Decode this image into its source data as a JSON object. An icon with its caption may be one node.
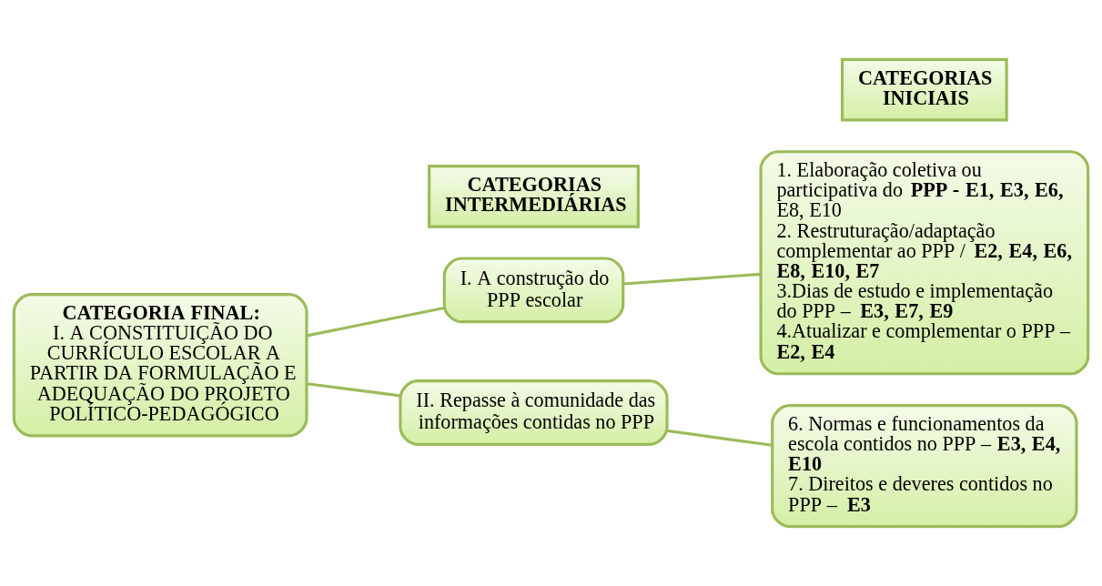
{
  "diagram": {
    "nodes": [
      {
        "text": [
          "CATEGORIAS INICIAIS"
        ]
      },
      {
        "text": [
          "CATEGORIAS INTERMEDIÁRIAS"
        ]
      },
      {
        "text": [
          "CATEGORIA FINAL:",
          "I. A CONSTITUIÇÃO DO CURRÍCULO ESCOLAR A PARTIR DA FORMULAÇÃO E ADEQUAÇÃO DO PROJETO POLÍTICO-PEDAGÓGICO"
        ]
      },
      {
        "text": [
          "I. A construção do PPP escolar"
        ]
      },
      {
        "text": [
          "1. Elaboração coletiva ou participativa do **PPP - E1, E3, E6,** E8, E10",
          "2. Restruturação/adaptação complementar ao PPP / **E2, E4, E6, E8, E10, E7**",
          "3.Dias de estudo e implementação do PPP – **E3, E7, E9**",
          "4.Atualizar e complementar o PPP – **E2, E4**"
        ]
      },
      {
        "text": [
          "II. Repasse à comunidade das informações contidas no PPP"
        ]
      },
      {
        "text": [
          "6. Normas e funcionamentos da escola contidos no PPP – **E3, E4, E10**",
          "7. Direitos e deveres contidos no PPP – **E3**"
        ]
      }
    ],
    "edges": [
      {
        "from": 2,
        "to": 3,
        "arrow": "none"
      },
      {
        "from": 2,
        "to": 5,
        "arrow": "none"
      },
      {
        "from": 3,
        "to": 4,
        "arrow": "none"
      },
      {
        "from": 5,
        "to": 6,
        "arrow": "none"
      }
    ]
  }
}
